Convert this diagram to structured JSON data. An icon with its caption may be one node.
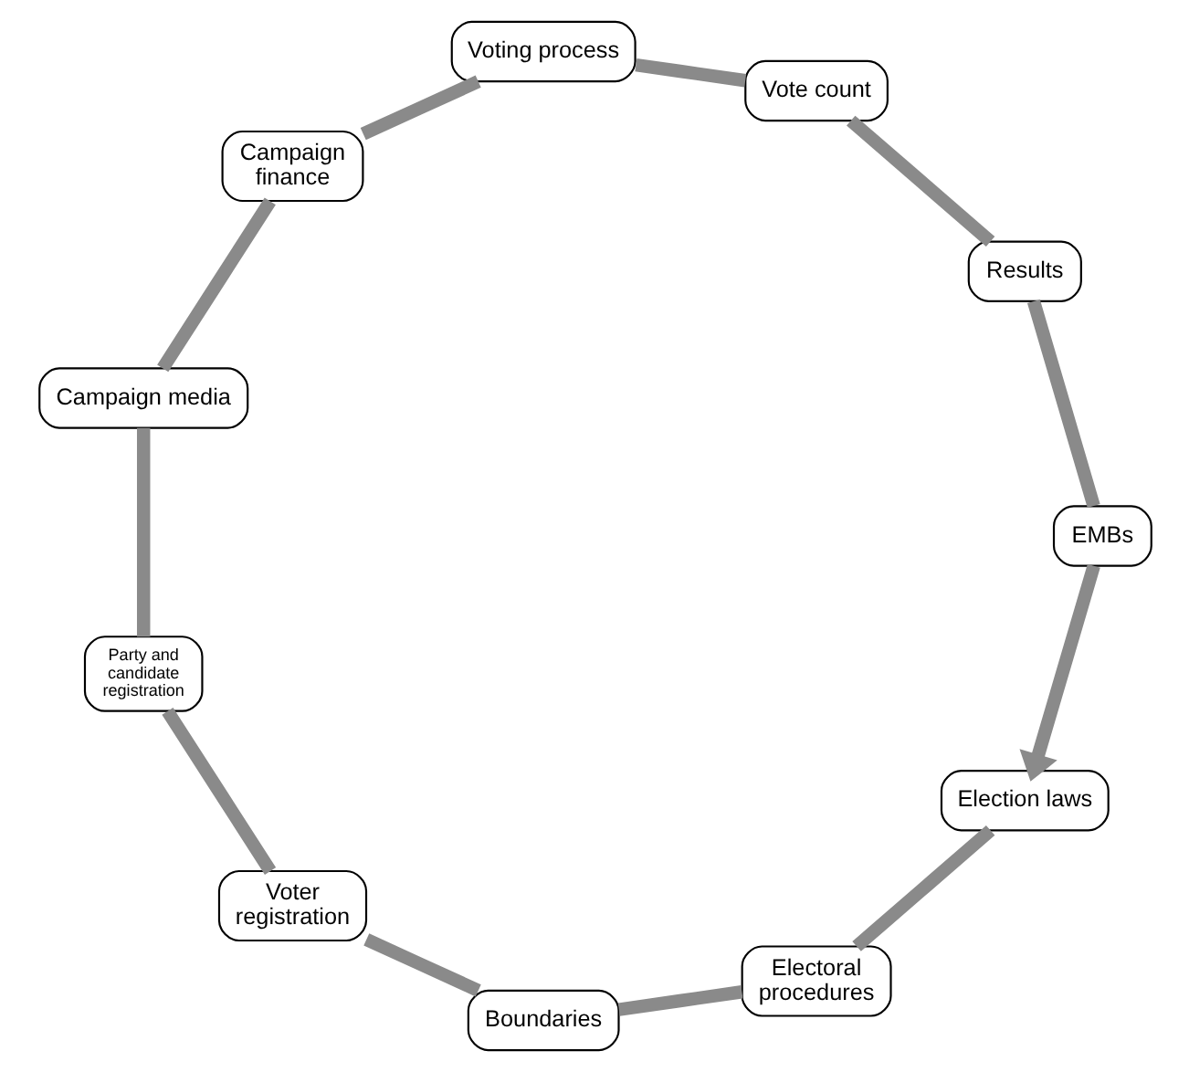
{
  "diagram": {
    "nodes": [
      {
        "text": [
          "Election laws"
        ]
      },
      {
        "text": [
          "Electoral procedures"
        ]
      },
      {
        "text": [
          "Boundaries"
        ]
      },
      {
        "text": [
          "Voter registration"
        ]
      },
      {
        "text": [
          "Party and candidate registration"
        ]
      },
      {
        "text": [
          "Campaign media"
        ]
      },
      {
        "text": [
          "Campaign finance"
        ]
      },
      {
        "text": [
          "Voting process"
        ]
      },
      {
        "text": [
          "Vote count"
        ]
      },
      {
        "text": [
          "Results"
        ]
      },
      {
        "text": [
          "EMBs"
        ]
      }
    ],
    "edges": [
      {
        "from": 0,
        "to": 1,
        "arrow": "none"
      },
      {
        "from": 1,
        "to": 2,
        "arrow": "none"
      },
      {
        "from": 2,
        "to": 3,
        "arrow": "none"
      },
      {
        "from": 3,
        "to": 4,
        "arrow": "none"
      },
      {
        "from": 4,
        "to": 5,
        "arrow": "none"
      },
      {
        "from": 5,
        "to": 6,
        "arrow": "none"
      },
      {
        "from": 6,
        "to": 7,
        "arrow": "none"
      },
      {
        "from": 7,
        "to": 8,
        "arrow": "none"
      },
      {
        "from": 8,
        "to": 9,
        "arrow": "none"
      },
      {
        "from": 9,
        "to": 10,
        "arrow": "none"
      },
      {
        "from": 10,
        "to": 0,
        "arrow": "to"
      }
    ]
  }
}
